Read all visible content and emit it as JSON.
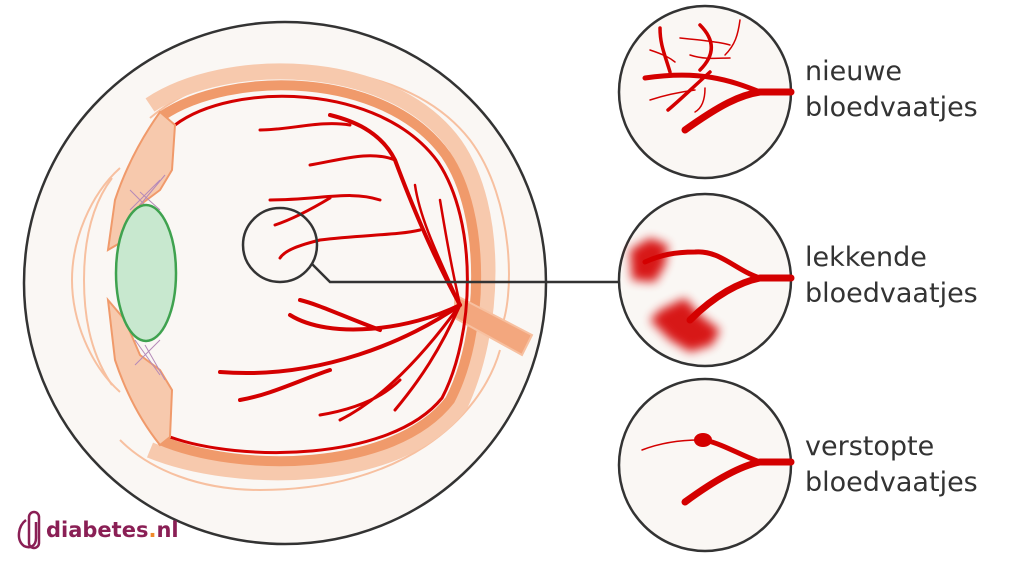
{
  "colors": {
    "vessel": "#d40000",
    "sclera": "#f7c9ad",
    "choroid": "#f09a6b",
    "lens_fill": "#c8e8cf",
    "lens_stroke": "#3fa24f",
    "outline": "#333333",
    "background_fill": "#faf7f4",
    "brand": "#8a1f55",
    "brand_dot": "#f08a2a"
  },
  "labels": [
    {
      "line1": "nieuwe",
      "line2": "bloedvaatjes"
    },
    {
      "line1": "lekkende",
      "line2": "bloedvaatjes"
    },
    {
      "line1": "verstopte",
      "line2": "bloedvaatjes"
    }
  ],
  "logo": {
    "name": "diabetes",
    "dot": ".",
    "tld": "nl"
  }
}
